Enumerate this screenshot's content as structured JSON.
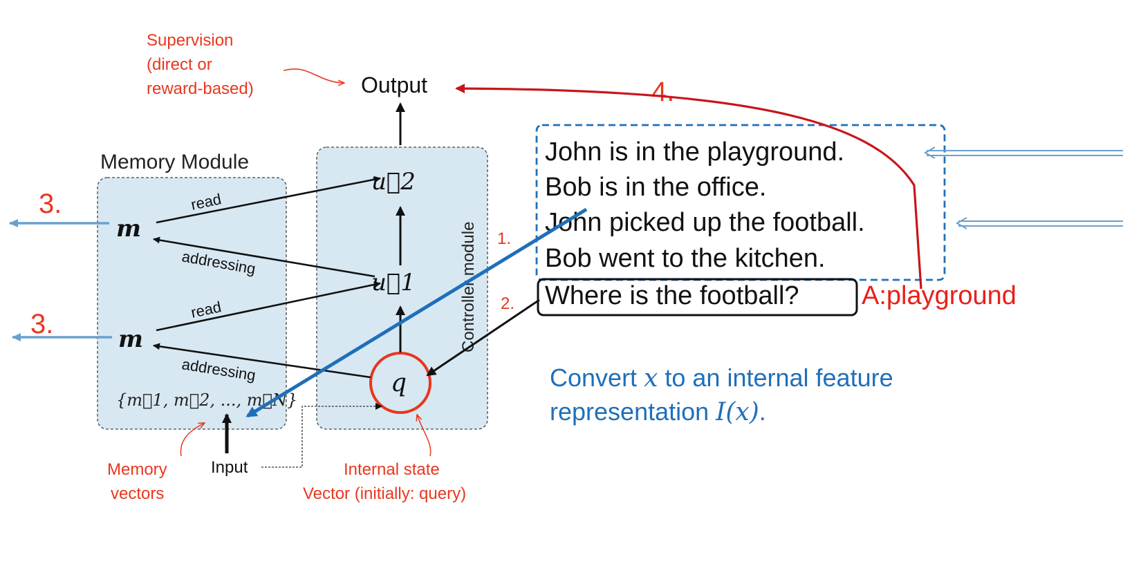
{
  "supervision": {
    "line1": "Supervision",
    "line2": "(direct or",
    "line3": "reward-based)"
  },
  "output_label": "Output",
  "step_labels": {
    "four": "4.",
    "three_top": "3.",
    "three_bottom": "3.",
    "one": "1.",
    "two": "2."
  },
  "memory_module": {
    "title": "Memory Module",
    "node_m": "m",
    "vectors_set": "{m⃗1, m⃗2, ..., m⃗N}",
    "read_label": "read",
    "addressing_label": "addressing"
  },
  "controller_module": {
    "title": "Controller module",
    "u2": "u⃗2",
    "u1": "u⃗1",
    "q": "q"
  },
  "bottom_labels": {
    "memory_vectors_line1": "Memory",
    "memory_vectors_line2": "vectors",
    "input": "Input",
    "internal_state_line1": "Internal state",
    "internal_state_line2": "Vector (initially: query)"
  },
  "story": {
    "sentences": [
      "John is in the playground.",
      "Bob is in the office.",
      "John picked up the football.",
      "Bob went to the kitchen."
    ],
    "question": "Where is the football?",
    "answer": "A:playground"
  },
  "caption": {
    "line1_prefix": "Convert ",
    "line1_var": "x",
    "line1_suffix": " to an internal feature",
    "line2_prefix": "representation ",
    "line2_fn": "I(x)",
    "line2_suffix": "."
  },
  "colors": {
    "red_annotation": "#e8371e",
    "blue_annotation": "#1f6fba",
    "light_blue_arrow": "#6aa0cc",
    "box_fill": "#d7e8f2",
    "answer_red": "#e8201a",
    "curve_red": "#c8151b"
  }
}
